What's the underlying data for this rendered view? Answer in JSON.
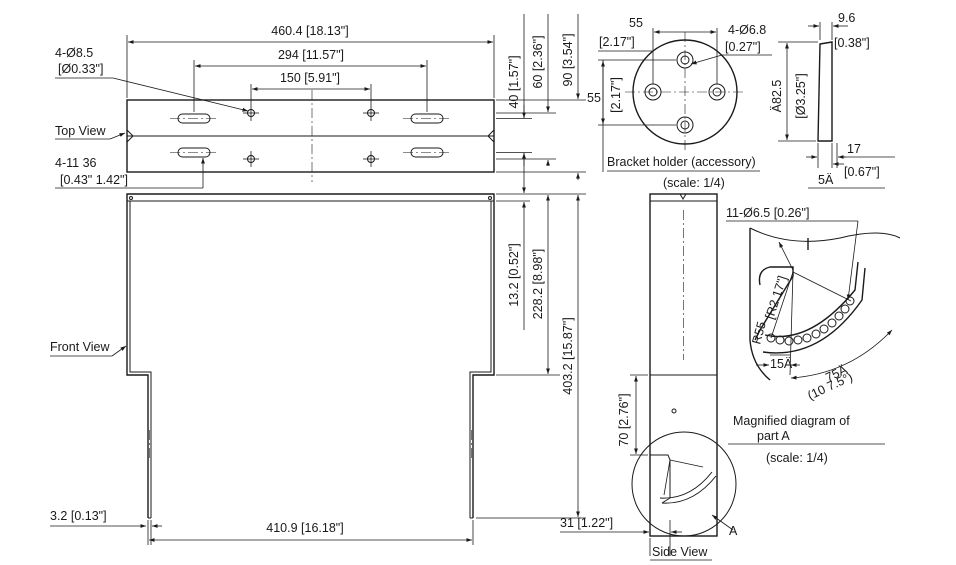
{
  "top_view": {
    "title": "Top View",
    "dim_overall": "460.4 [18.13\"]",
    "dim_294": "294 [11.57\"]",
    "dim_150": "150 [5.91\"]",
    "hole_note": "4-Ø8.5",
    "hole_note_in": "[Ø0.33\"]",
    "dim_40": "40 [1.57\"]",
    "dim_60": "60 [2.36\"]",
    "dim_90": "90 [3.54\"]",
    "slot_note": "4-11  36",
    "slot_note_in": "[0.43\"   1.42\"]"
  },
  "front_view": {
    "title": "Front View",
    "dim_thickness": "3.2 [0.13\"]",
    "dim_width": "410.9 [16.18\"]"
  },
  "side_dims": {
    "dim_13": "13.2 [0.52\"]",
    "dim_228": "228.2 [8.98\"]",
    "dim_403": "403.2 [15.87\"]",
    "dim_55": "55"
  },
  "bracket_holder": {
    "title": "Bracket holder (accessory)",
    "scale": "(scale: 1/4)",
    "dim_55": "55",
    "dim_55_in": "[2.17\"]",
    "dim_55_v": "55",
    "dim_55_v_in": "[2.17\"]",
    "hole_note": "4-Ø6.8",
    "hole_note_in": "[0.27\"]",
    "dim_dia": "Ä82.5",
    "dim_dia_in": "[Ø3.25\"]",
    "dim_96": "9.6",
    "dim_96_in": "[0.38\"]",
    "dim_17": "17",
    "dim_5": "5Ä",
    "dim_17_in": "[0.67\"]"
  },
  "side_view": {
    "title": "Side View",
    "dim_70": "70 [2.76\"]",
    "dim_31": "31 [1.22\"]",
    "callout": "A"
  },
  "detail_a": {
    "holes_note": "11-Ø6.5 [0.26\"]",
    "r55": "R55",
    "r2": "[R2.17\"]",
    "dim_15": "15Ä",
    "dim_75": "75Ä",
    "dim_angle": "(10 7.5°)",
    "caption_1": "Magnified diagram of",
    "caption_2": "part A",
    "scale": "(scale: 1/4)"
  }
}
